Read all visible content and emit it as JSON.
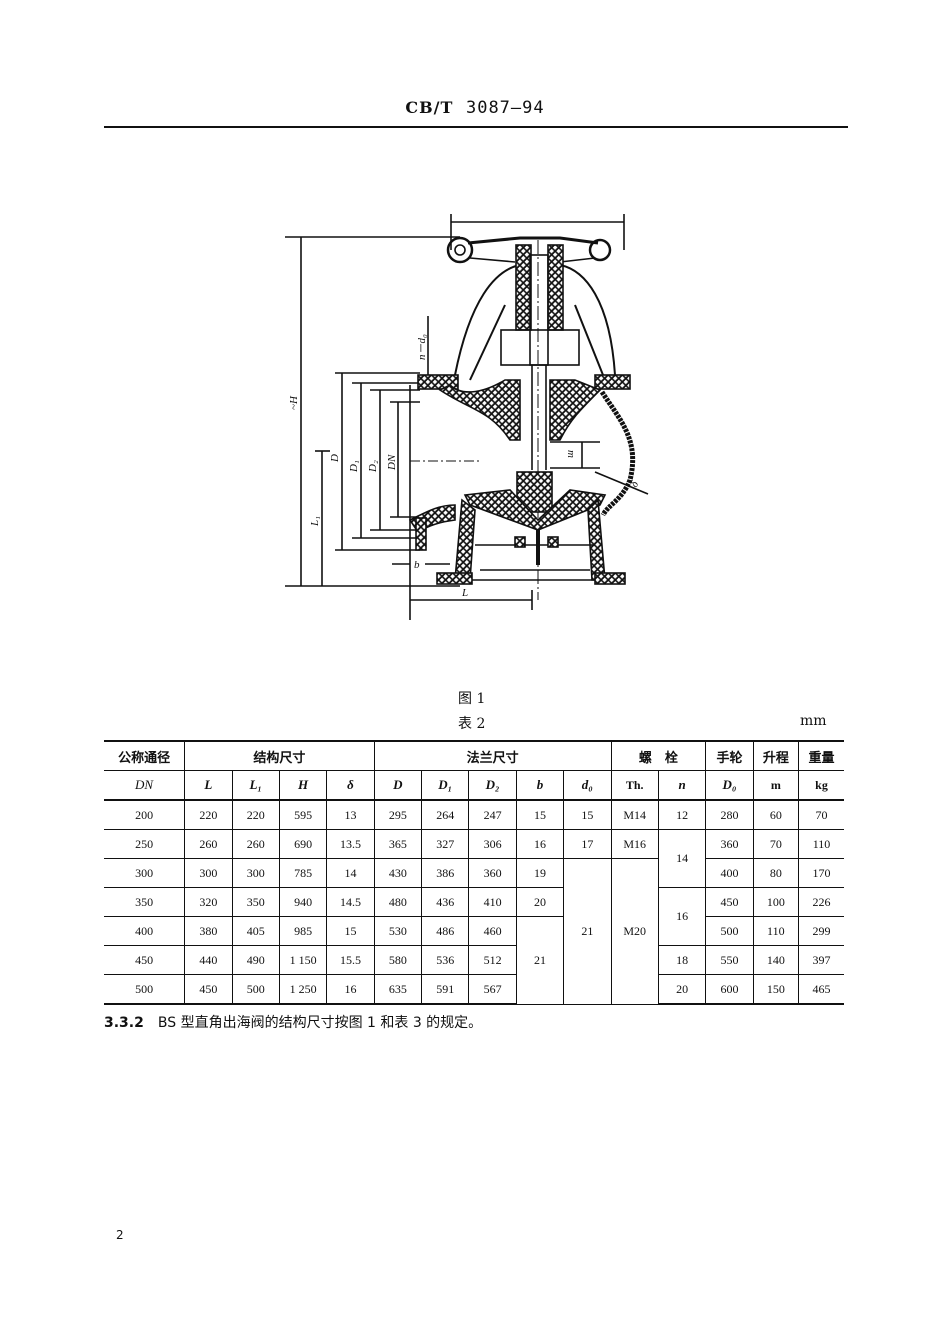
{
  "header": {
    "standard_prefix": "CB/T",
    "standard_number": "3087—94"
  },
  "figure": {
    "caption": "图 1",
    "labels": {
      "height": "~H",
      "flange_bolt": "n－d₀",
      "D": "D",
      "D1": "D₁",
      "D2": "D₂",
      "DN": "DN",
      "L1": "L₁",
      "b": "b",
      "L": "L",
      "m": "m",
      "delta": "δ"
    }
  },
  "table": {
    "caption": "表 2",
    "unit": "mm",
    "group_headers": {
      "dn": "公称通径",
      "structure": "结构尺寸",
      "flange": "法兰尺寸",
      "bolt": "螺　栓",
      "handwheel": "手轮",
      "lift": "升程",
      "weight": "重量"
    },
    "sub_headers": {
      "dn": "DN",
      "L": "L",
      "L1": "L₁",
      "H": "H",
      "delta": "δ",
      "D": "D",
      "D1": "D₁",
      "D2": "D₂",
      "b": "b",
      "d0": "d₀",
      "th": "Th.",
      "n": "n",
      "D0": "D₀",
      "m": "m",
      "kg": "kg"
    },
    "rows": [
      {
        "dn": "200",
        "L": "220",
        "L1": "220",
        "H": "595",
        "delta": "13",
        "D": "295",
        "D1": "264",
        "D2": "247",
        "b": "15",
        "d0": "15",
        "th": "M14",
        "n": "12",
        "D0": "280",
        "m": "60",
        "kg": "70"
      },
      {
        "dn": "250",
        "L": "260",
        "L1": "260",
        "H": "690",
        "delta": "13.5",
        "D": "365",
        "D1": "327",
        "D2": "306",
        "b": "16",
        "d0": "17",
        "th": "M16",
        "n": "14",
        "D0": "360",
        "m": "70",
        "kg": "110"
      },
      {
        "dn": "300",
        "L": "300",
        "L1": "300",
        "H": "785",
        "delta": "14",
        "D": "430",
        "D1": "386",
        "D2": "360",
        "b": "19",
        "d0": "21",
        "th": "M20",
        "n": "14",
        "D0": "400",
        "m": "80",
        "kg": "170"
      },
      {
        "dn": "350",
        "L": "320",
        "L1": "350",
        "H": "940",
        "delta": "14.5",
        "D": "480",
        "D1": "436",
        "D2": "410",
        "b": "20",
        "d0": "21",
        "th": "M20",
        "n": "16",
        "D0": "450",
        "m": "100",
        "kg": "226"
      },
      {
        "dn": "400",
        "L": "380",
        "L1": "405",
        "H": "985",
        "delta": "15",
        "D": "530",
        "D1": "486",
        "D2": "460",
        "b": "21",
        "d0": "21",
        "th": "M20",
        "n": "16",
        "D0": "500",
        "m": "110",
        "kg": "299"
      },
      {
        "dn": "450",
        "L": "440",
        "L1": "490",
        "H": "1 150",
        "delta": "15.5",
        "D": "580",
        "D1": "536",
        "D2": "512",
        "b": "21",
        "d0": "21",
        "th": "M20",
        "n": "18",
        "D0": "550",
        "m": "140",
        "kg": "397"
      },
      {
        "dn": "500",
        "L": "450",
        "L1": "500",
        "H": "1 250",
        "delta": "16",
        "D": "635",
        "D1": "591",
        "D2": "567",
        "b": "21",
        "d0": "21",
        "th": "M20",
        "n": "20",
        "D0": "600",
        "m": "150",
        "kg": "465"
      }
    ]
  },
  "clause": {
    "number": "3.3.2",
    "text": "BS 型直角出海阀的结构尺寸按图 1 和表 3 的规定。"
  },
  "page_number": "2"
}
